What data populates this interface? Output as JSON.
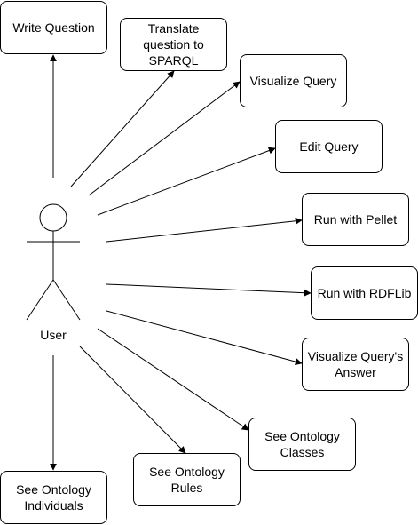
{
  "actor": {
    "label": "User"
  },
  "use_cases": [
    {
      "id": "write-question",
      "label": "Write Question"
    },
    {
      "id": "translate-to-sparql",
      "label": "Translate\nquestion to\nSPARQL"
    },
    {
      "id": "visualize-query",
      "label": "Visualize Query"
    },
    {
      "id": "edit-query",
      "label": "Edit Query"
    },
    {
      "id": "run-with-pellet",
      "label": "Run with Pellet"
    },
    {
      "id": "run-with-rdflib",
      "label": "Run with RDFLib"
    },
    {
      "id": "visualize-query-answer",
      "label": "Visualize Query's\nAnswer"
    },
    {
      "id": "see-ontology-classes",
      "label": "See Ontology\nClasses"
    },
    {
      "id": "see-ontology-rules",
      "label": "See Ontology\nRules"
    },
    {
      "id": "see-ontology-individuals",
      "label": "See Ontology\nIndividuals"
    }
  ],
  "colors": {
    "stroke": "#000000",
    "fill": "#ffffff"
  }
}
